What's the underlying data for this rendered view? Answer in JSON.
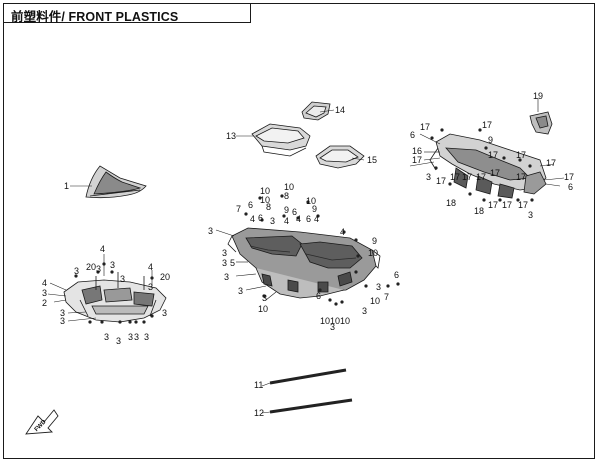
{
  "header": {
    "title": "前塑料件/ FRONT PLASTICS"
  },
  "callouts": {
    "c1": "1",
    "c2": "2",
    "c3": "3",
    "c4": "4",
    "c5": "5",
    "c6": "6",
    "c7": "7",
    "c8": "8",
    "c9": "9",
    "c10": "10",
    "c11": "11",
    "c12": "12",
    "c13": "13",
    "c14": "14",
    "c15": "15",
    "c16": "16",
    "c17": "17",
    "c18": "18",
    "c19": "19",
    "c20": "20"
  },
  "orientation_label": "FWD"
}
